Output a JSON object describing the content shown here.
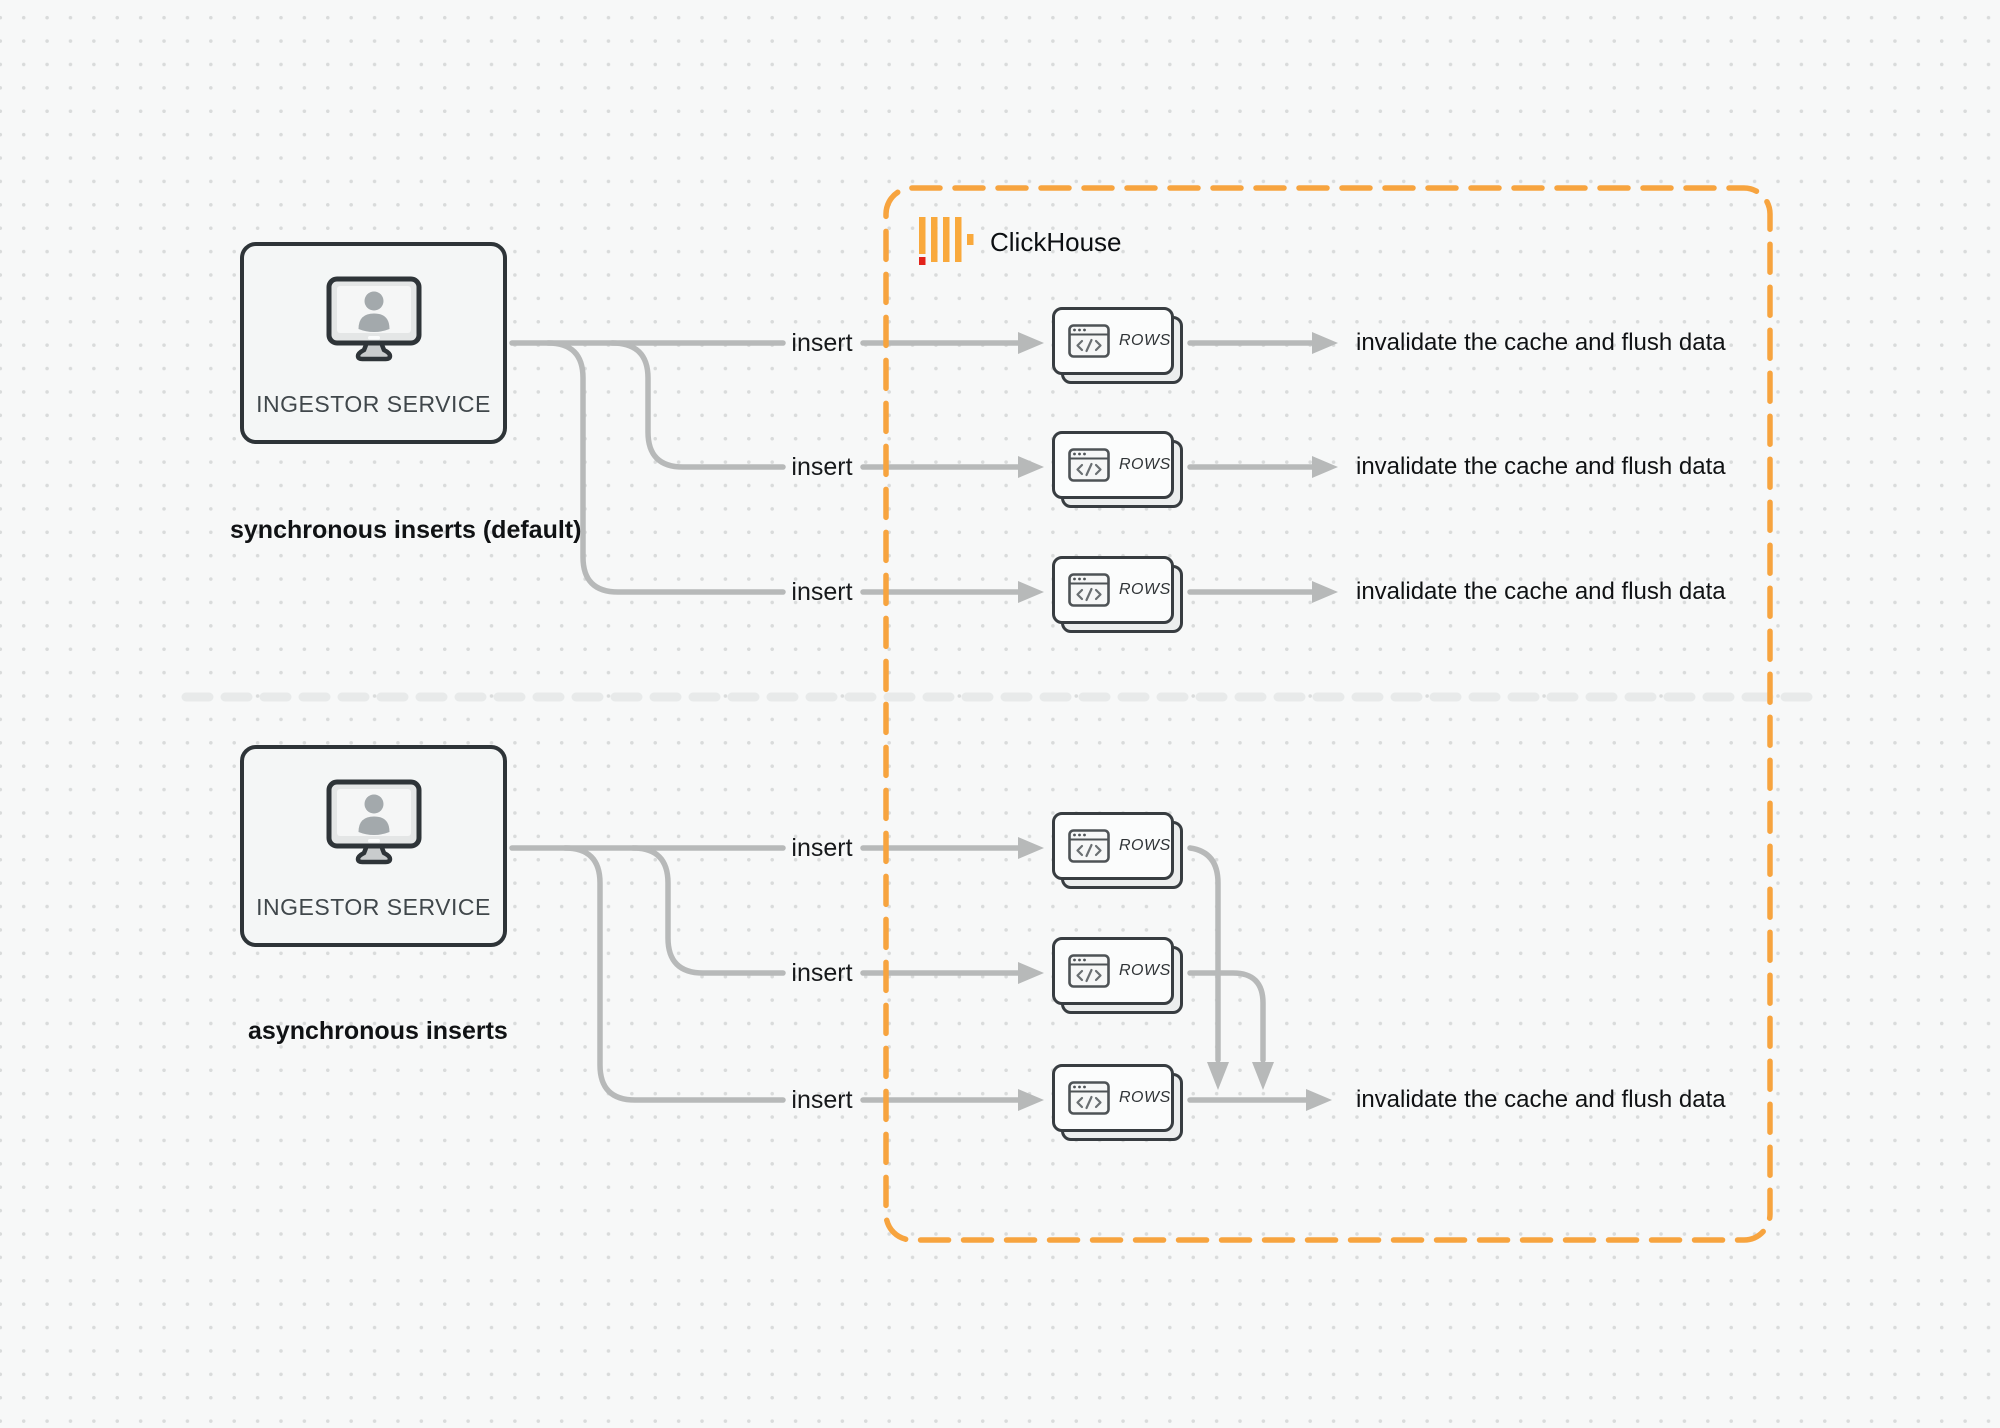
{
  "diagram": {
    "clickhouse_label": "ClickHouse",
    "sync": {
      "service_label": "INGESTOR SERVICE",
      "caption": "synchronous inserts (default)",
      "rows": [
        {
          "insert_label": "insert",
          "card_label": "ROWS",
          "result_label": "invalidate the cache and flush data"
        },
        {
          "insert_label": "insert",
          "card_label": "ROWS",
          "result_label": "invalidate the cache and flush data"
        },
        {
          "insert_label": "insert",
          "card_label": "ROWS",
          "result_label": "invalidate the cache and flush data"
        }
      ]
    },
    "async": {
      "service_label": "INGESTOR SERVICE",
      "caption": "asynchronous inserts",
      "rows": [
        {
          "insert_label": "insert",
          "card_label": "ROWS"
        },
        {
          "insert_label": "insert",
          "card_label": "ROWS"
        },
        {
          "insert_label": "insert",
          "card_label": "ROWS"
        }
      ],
      "result_label": "invalidate the cache and flush data"
    },
    "colors": {
      "accent_orange": "#F7A43F",
      "logo_yellow": "#F9A93C",
      "logo_red": "#E2231A",
      "line_gray": "#B7B9B9",
      "divider_gray": "#E8EAEA"
    }
  }
}
